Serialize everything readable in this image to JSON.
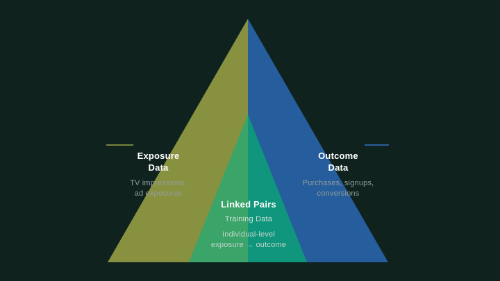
{
  "canvas": {
    "background_color": "#0f221e"
  },
  "pyramid": {
    "exposure": {
      "title_lines": [
        "Exposure",
        "Data"
      ],
      "subtitle_lines": [
        "TV impressions,",
        "ad exposures"
      ],
      "fill_color": "#879140",
      "dash_color": "#75843c"
    },
    "outcome": {
      "title_lines": [
        "Outcome",
        "Data"
      ],
      "subtitle_lines": [
        "Purchases, signups,",
        "conversions"
      ],
      "fill_color": "#265d9d",
      "dash_color": "#2b5f9f"
    },
    "linked_pairs": {
      "title": "Linked Pairs",
      "subtitle": "Training Data",
      "description_lines": [
        "Individual-level",
        "exposure → outcome"
      ],
      "fill_color_left": "#3aa469",
      "fill_color_right": "#10967c"
    }
  }
}
